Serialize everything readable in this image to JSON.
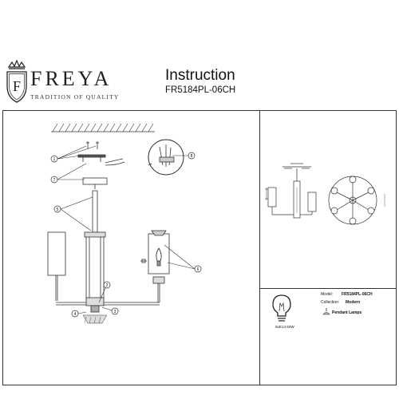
{
  "brand": {
    "name": "FREYA",
    "tagline": "TRADITION OF QUALITY",
    "logo_letter": "F"
  },
  "header": {
    "title": "Instruction",
    "model": "FR5184PL-06CH"
  },
  "diagram": {
    "callouts": [
      "1",
      "2",
      "3",
      "4",
      "5",
      "6",
      "7",
      "8"
    ]
  },
  "info_panel": {
    "model_label": "Model:",
    "model_value": "FR5184PL-06CH",
    "collection_label": "Collection:",
    "collection_value": "Modern",
    "type_value": "Pendant Lamps",
    "bulb_spec": "6xE14 60W"
  }
}
